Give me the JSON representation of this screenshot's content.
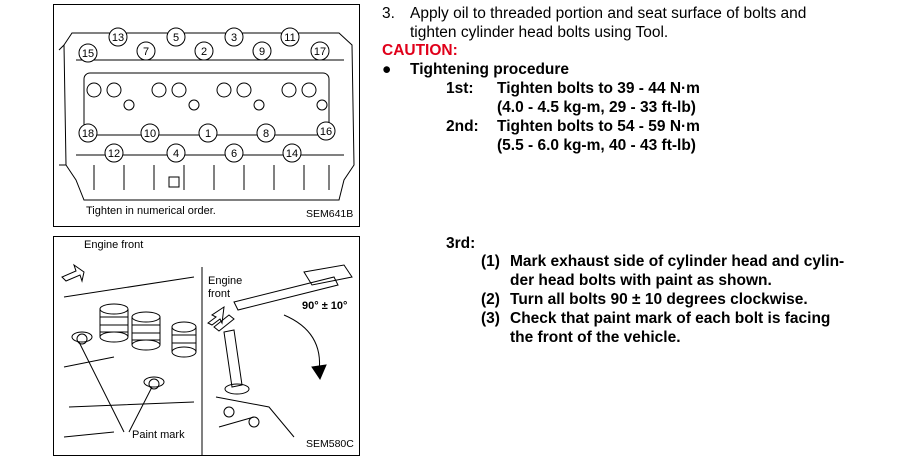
{
  "figure1": {
    "caption": "Tighten in numerical order.",
    "code": "SEM641B",
    "bolt_labels_top": [
      "15",
      "13",
      "7",
      "5",
      "2",
      "3",
      "9",
      "11",
      "17"
    ],
    "bolt_labels_bottom": [
      "18",
      "12",
      "10",
      "4",
      "1",
      "6",
      "8",
      "14",
      "16"
    ]
  },
  "figure2": {
    "label_engine_front_left": "Engine front",
    "label_engine_front_right": "Engine front",
    "label_angle": "90° ± 10°",
    "label_paint_mark": "Paint mark",
    "code": "SEM580C"
  },
  "step": {
    "number": "3.",
    "text_line1": "Apply oil to threaded portion and seat surface of bolts and",
    "text_line2": "tighten cylinder head bolts using Tool.",
    "caution": "CAUTION:",
    "bullet": "●",
    "procedure_title": "Tightening procedure",
    "first_label": "1st:",
    "first_line1": "Tighten bolts to 39 - 44 N·m",
    "first_line2": "(4.0 - 4.5 kg-m, 29 - 33 ft-lb)",
    "second_label": "2nd:",
    "second_line1": "Tighten bolts to 54 - 59 N·m",
    "second_line2": "(5.5 - 6.0 kg-m, 40 - 43 ft-lb)",
    "third_label": "3rd:",
    "item1_num": "(1)",
    "item1_line1": "Mark exhaust side of cylinder head and cylin-",
    "item1_line2": "der head bolts with paint as shown.",
    "item2_num": "(2)",
    "item2_line1": "Turn all bolts 90 ± 10 degrees clockwise.",
    "item3_num": "(3)",
    "item3_line1": "Check that paint mark of each bolt is facing",
    "item3_line2": "the front of the vehicle."
  }
}
